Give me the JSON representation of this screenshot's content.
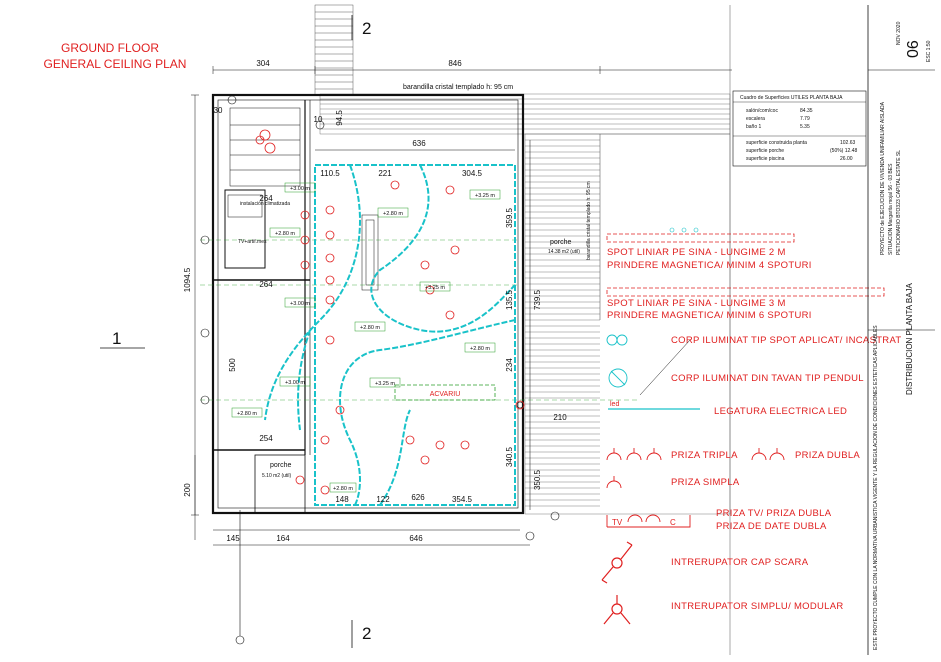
{
  "title": {
    "line1": "GROUND FLOOR",
    "line2": "GENERAL CEILING PLAN"
  },
  "section_marks": {
    "top": "2",
    "bottom": "2",
    "left": "1"
  },
  "dimensions": {
    "d304": "304",
    "d846": "846",
    "d1094": "1094.5",
    "d500": "500",
    "d200": "200",
    "d145": "145",
    "d164": "164",
    "d646": "646",
    "d636": "636",
    "d264a": "264",
    "d264b": "264",
    "d254": "254",
    "d304b": "304.5",
    "d1105": "110.5",
    "d221": "221",
    "d3595": "359.5",
    "d135": "135.5",
    "d7395": "739.5",
    "d234": "234",
    "d3405": "340.5",
    "d3505": "350.5",
    "d210": "210",
    "d122": "122",
    "d626": "626",
    "d3545": "354.5",
    "d148": "148",
    "d30": "30",
    "d945": "94.5",
    "d10": "10"
  },
  "annotations": {
    "barandilla_top": "barandilla cristal templado h: 95 cm",
    "barandilla_side": "barandilla cristal templado h: 95 cm",
    "porche": "porche",
    "porche_area": "14.38 m2 (util)",
    "porche2": "porche",
    "porche2_area": "5.10 m2 (util)",
    "acvariu": "ACVARIU",
    "instalacion": "instalación\nclimatizada",
    "tv": "TV+artif.mes"
  },
  "ceiling_heights": [
    "+3.00 m",
    "+2.80 m",
    "+3.25 m",
    "+2.80 m",
    "+3.00 m",
    "+2.80 m",
    "+3.25 m",
    "+2.80 m",
    "+2.80 m",
    "+3.00 m",
    "+2.80 m",
    "+3.25 m",
    "+3.00 m",
    "+2.80 m",
    "+3.25 m",
    "+2.80 m"
  ],
  "surface_table": {
    "title": "Cuadro de Superficies UTILES  PLANTA BAJA",
    "rows": [
      {
        "label": "salón/com/coc",
        "value": "84.35"
      },
      {
        "label": "escalera",
        "value": "7.79"
      },
      {
        "label": "baño 1",
        "value": "5.35"
      }
    ],
    "totals": [
      {
        "label": "superficie construida planta",
        "value": "102.63"
      },
      {
        "label": "superficie porche",
        "value": "(50%) 12.48"
      },
      {
        "label": "superficie piscina",
        "value": "26.00"
      }
    ]
  },
  "legend": [
    {
      "icon": "spot-rail-2m-icon",
      "line1": "SPOT LINIAR PE SINA - LUNGIME 2 M",
      "line2": "PRINDERE MAGNETICA/ MINIM 4 SPOTURI"
    },
    {
      "icon": "spot-rail-3m-icon",
      "line1": "SPOT LINIAR PE SINA - LUNGIME 3 M",
      "line2": "PRINDERE MAGNETICA/ MINIM 6 SPOTURI"
    },
    {
      "icon": "surface-spot-icon",
      "line1": "CORP ILUMINAT TIP SPOT APLICAT/ INCASTRAT"
    },
    {
      "icon": "pendant-light-icon",
      "line1": "CORP ILUMINAT DIN TAVAN TIP PENDUL"
    },
    {
      "icon": "led-strip-icon",
      "line1": "LEGATURA ELECTRICA LED",
      "tag": "led"
    },
    {
      "icon": "triple-socket-icon",
      "line1": "PRIZA TRIPLA",
      "line2": "PRIZA DUBLA"
    },
    {
      "icon": "single-socket-icon",
      "line1": "PRIZA SIMPLA"
    },
    {
      "icon": "tv-data-socket-icon",
      "line1": "PRIZA TV/ PRIZA DUBLA",
      "line2": "PRIZA DE DATE DUBLA",
      "tag_tv": "TV",
      "tag_c": "C"
    },
    {
      "icon": "stair-switch-icon",
      "line1": "INTRERUPATOR CAP SCARA"
    },
    {
      "icon": "modular-switch-icon",
      "line1": "INTRERUPATOR SIMPLU/ MODULAR"
    }
  ],
  "title_block": {
    "sheet_number": "06",
    "date": "NOV 2020",
    "scale": "ESC 1:50",
    "drawing_name": "DISTRIBUCION PLANTA BAJA",
    "project": "PROYECTO de EJECUCION DE VIVIENDA UNIFAMILIAR AISLADA",
    "situacion": "SITUACION   Margarita mojal 56 - 03 BES",
    "peticionario": "PETICIONARIO    BTO323 CAPITAL ESTATE SL",
    "norma": "ESTE PROYECTO CUMPLE CON LA NORMATIVA URBANISTICA VIGENTE Y LA REGULACION DE CONDICIONES ESTETICAS APLICABLES"
  }
}
